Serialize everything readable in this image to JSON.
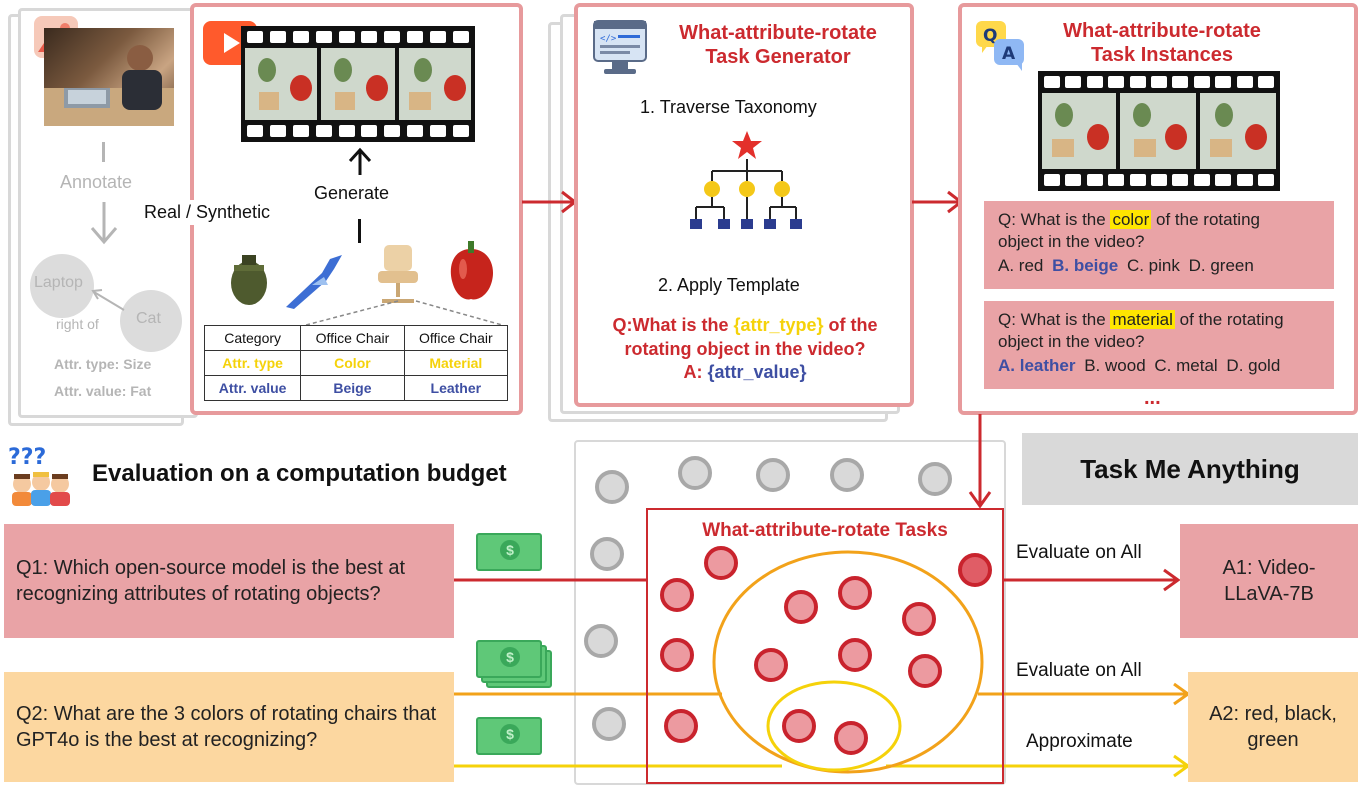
{
  "annotate_panel": {
    "annotate_label": "Annotate",
    "real_synthetic_label": "Real / Synthetic",
    "graph": {
      "node_a": "Laptop",
      "node_b": "Cat",
      "edge": "right of"
    },
    "attr_type_line": "Attr. type: Size",
    "attr_value_line": "Attr. value: Fat"
  },
  "generate_panel": {
    "generate_label": "Generate",
    "table": {
      "header": [
        "Category",
        "Office Chair",
        "Office Chair"
      ],
      "type_row": [
        "Attr. type",
        "Color",
        "Material"
      ],
      "value_row": [
        "Attr. value",
        "Beige",
        "Leather"
      ]
    }
  },
  "generator_panel": {
    "title_line1": "What-attribute-rotate",
    "title_line2": "Task Generator",
    "step1": "1. Traverse Taxonomy",
    "step2": "2. Apply Template",
    "template_q_a": "Q:What is the ",
    "template_q_var": "{attr_type}",
    "template_q_b": " of the",
    "template_q_line2": "rotating object in the video?",
    "template_a_prefix": "A: ",
    "template_a_var": "{attr_value}"
  },
  "instances_panel": {
    "title_line1": "What-attribute-rotate",
    "title_line2": "Task Instances",
    "q1": {
      "pre": "Q: What is the ",
      "highlight": "color",
      "post": " of the rotating",
      "line2": "object in the video?",
      "opt_a": "A. red",
      "opt_b": "B. beige",
      "opt_c": "C. pink",
      "opt_d": "D. green"
    },
    "q2": {
      "pre": "Q: What is the ",
      "highlight": "material",
      "post": " of the rotating",
      "line2": "object in the video?",
      "opt_a": "A. leather",
      "opt_b": "B. wood",
      "opt_c": "C. metal",
      "opt_d": "D. gold"
    },
    "ellipsis": "..."
  },
  "evaluation": {
    "heading": "Evaluation on a computation budget",
    "brand": "Task Me Anything",
    "tasks_title": "What-attribute-rotate Tasks",
    "q1": "Q1: Which open-source model is the best at recognizing attributes of rotating objects?",
    "q2": "Q2: What are the 3 colors of rotating chairs that GPT4o is the best at recognizing?",
    "eval_all_1": "Evaluate on All",
    "eval_all_2": "Evaluate on All",
    "approximate": "Approximate",
    "a1": "A1: Video-LLaVA-7B",
    "a2": "A2: red, black, green"
  },
  "colors": {
    "red_accent": "#cc2a2f",
    "pink_panel": "#e79a9c",
    "pink_box": "#e9a3a6",
    "orange_box": "#fcd7a0",
    "navy": "#3e4fa3",
    "yellow": "#f5d20a",
    "orange_line": "#f2a21a"
  }
}
